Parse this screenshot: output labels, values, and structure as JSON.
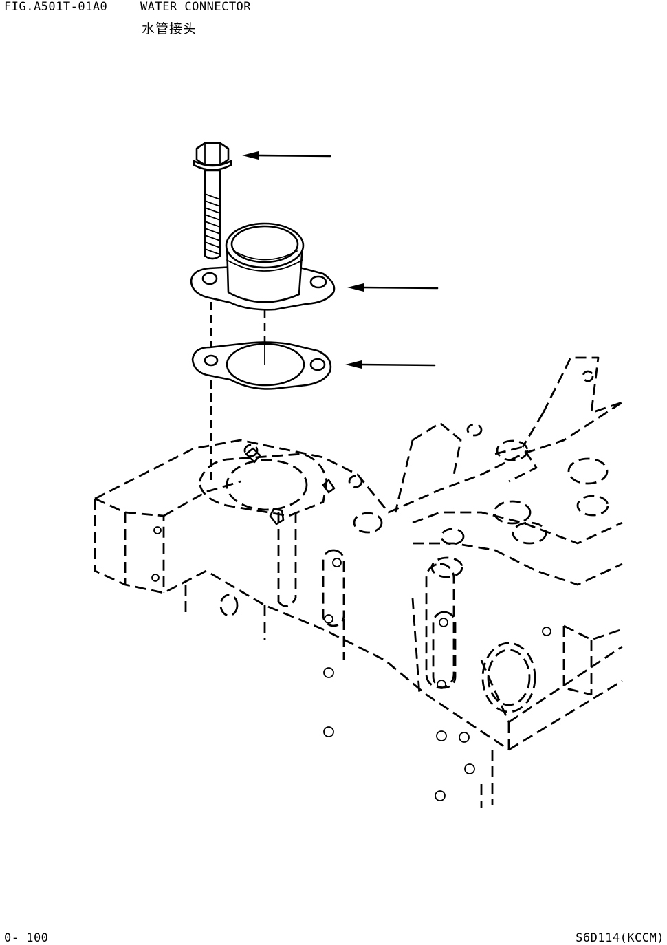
{
  "header": {
    "fig_code": "FIG.A501T-01A0",
    "title_en": "WATER CONNECTOR",
    "title_cn": "水管接头"
  },
  "footer": {
    "page_number": "0- 100",
    "model_code": "S6D114(KCCM)"
  },
  "diagram": {
    "parts": [
      {
        "name": "bolt",
        "arrow_direction": "left"
      },
      {
        "name": "water-connector",
        "arrow_direction": "left"
      },
      {
        "name": "gasket",
        "arrow_direction": "left"
      }
    ],
    "line_color": "#000000",
    "background": "#ffffff"
  }
}
